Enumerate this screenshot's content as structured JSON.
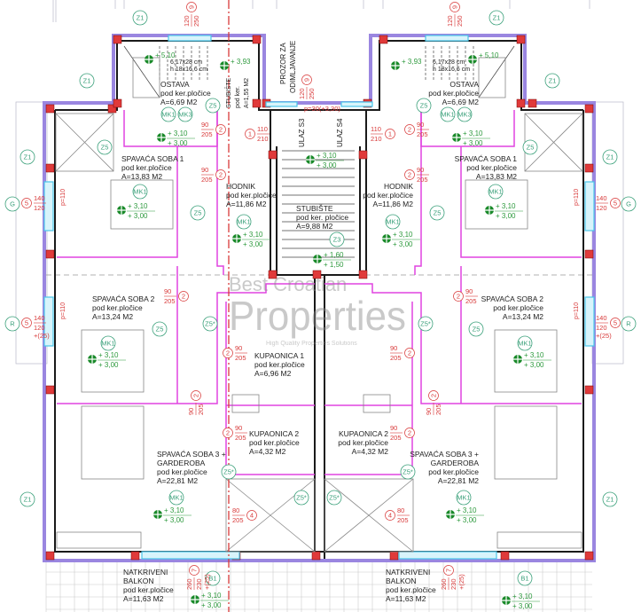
{
  "rooms": {
    "l_ostava": {
      "name": "OSTAVA",
      "floor": "pod ker.pločice",
      "area": "A=6,69 M2"
    },
    "r_ostava": {
      "name": "OSTAVA",
      "floor": "pod ker.pločice",
      "area": "A=6,69 M2"
    },
    "l_soba1": {
      "name": "SPAVAĆA SOBA 1",
      "floor": "pod ker.pločice",
      "area": "A=13,83 M2"
    },
    "r_soba1": {
      "name": "SPAVAĆA SOBA 1",
      "floor": "pod ker.pločice",
      "area": "A=13,83 M2"
    },
    "l_hodnik": {
      "name": "HODNIK",
      "floor": "pod ker.pločice",
      "area": "A=11,86 M2"
    },
    "r_hodnik": {
      "name": "HODNIK",
      "floor": "pod ker.pločice",
      "area": "A=11,86 M2"
    },
    "stubiste": {
      "name": "STUBIŠTE",
      "floor": "pod ker. pločice",
      "area": "A=9,88 M2"
    },
    "l_soba2": {
      "name": "SPAVAĆA SOBA 2",
      "floor": "pod ker.pločice",
      "area": "A=13,24 M2"
    },
    "r_soba2": {
      "name": "SPAVAĆA SOBA 2",
      "floor": "pod ker.pločice",
      "area": "A=13,24 M2"
    },
    "l_kup1": {
      "name": "KUPAONICA 1",
      "floor": "pod ker.pločice",
      "area": "A=6,96 M2"
    },
    "l_kup2": {
      "name": "KUPAONICA 2",
      "floor": "pod ker.pločice",
      "area": "A=4,32 M2"
    },
    "r_kup2": {
      "name": "KUPAONICA 2",
      "floor": "pod ker.pločice",
      "area": "A=4,32 M2"
    },
    "l_soba3": {
      "name": "SPAVAĆA SOBA 3 +",
      "name2": "GARDEROBA",
      "floor": "pod ker.pločice",
      "area": "A=22,81 M2"
    },
    "r_soba3": {
      "name": "SPAVAĆA SOBA 3 +",
      "name2": "GARDEROBA",
      "floor": "pod ker.pločice",
      "area": "A=22,81 M2"
    },
    "l_balkon": {
      "name": "NATKRIVENI",
      "name2": "BALKON",
      "floor": "pod ker.pločice",
      "area": "A=11,63 M2"
    },
    "r_balkon": {
      "name": "NATKRIVENI",
      "name2": "BALKON",
      "floor": "pod ker.pločice",
      "area": "A=11,63 M2"
    },
    "small_stair": {
      "name": "STUBIŠTE",
      "floor": "pod ker.",
      "area": "A=1,55 M2"
    }
  },
  "labels": {
    "prozor": "PROZOR ZA",
    "odimljavanje": "ODIMLJAVANJE",
    "ulaz_s3": "ULAZ S3",
    "ulaz_s4": "ULAZ S4",
    "stair_p": "p=30(+3,30)",
    "stair_steps": "6,17x28 cm",
    "stair_rise": "h 18x16,6 cm",
    "p110": "p=110"
  },
  "tags": {
    "z1": "Z1",
    "z3": "Z3",
    "z5": "Z5",
    "z5s": "Z5*",
    "mk1": "MK1",
    "mk3": "MK3",
    "b1": "B1",
    "g": "G",
    "r": "R"
  },
  "levels": {
    "floor_top": "+ 3,10",
    "floor_bottom": "+ 3,00",
    "landing_top": "+ 1,60",
    "landing_bottom": "+ 1,50",
    "stair_top": "+ 5,10",
    "stair_mid": "+ 3,93"
  },
  "doors": {
    "d2": {
      "num": "2",
      "w": "90",
      "h": "205"
    },
    "d1": {
      "num": "1",
      "w": "110",
      "h": "210"
    },
    "d4": {
      "num": "4",
      "w": "80",
      "h": "205"
    },
    "w5": {
      "num": "5",
      "w": "140",
      "h": "120",
      "extra": "+(25)"
    },
    "w9": {
      "num": "9",
      "w": "120",
      "h": "250"
    },
    "w7": {
      "num": "7",
      "w": "260",
      "h": "230",
      "extra": "+(25)"
    }
  },
  "watermark": {
    "line1": "Best Croatian",
    "line2": "Properties",
    "line3": "High Quality Properties Solutions"
  },
  "colors": {
    "wall": "#1a1a1a",
    "outline": "#9a86e0",
    "partition": "#e044e0",
    "column": "#e03a3a",
    "window": "#49c6ea",
    "tag": "#3aa07a",
    "dim": "#d83a3a"
  }
}
